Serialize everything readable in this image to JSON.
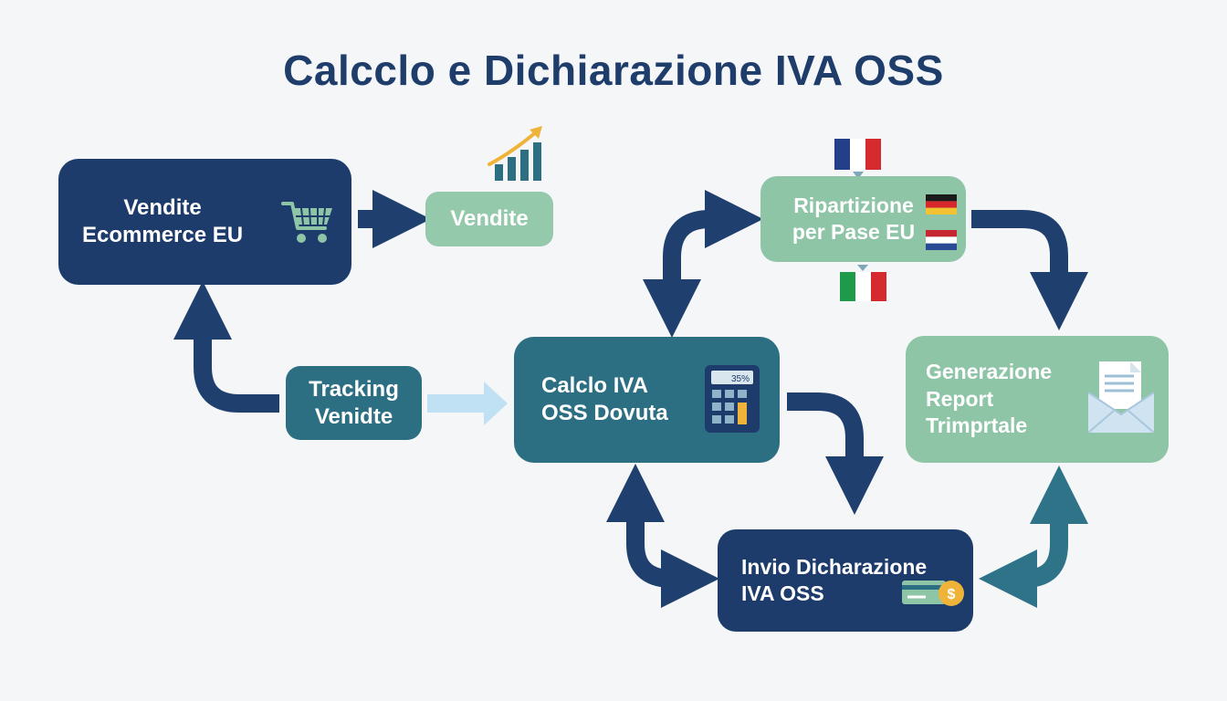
{
  "title": "Calcclo e Dichiarazione IVA OSS",
  "nodes": {
    "vendite_ecommerce": {
      "line1": "Vendite",
      "line2": "Ecommerce EU"
    },
    "vendite": {
      "label": "Vendite"
    },
    "ripartizione": {
      "line1": "Ripartizione",
      "line2": "per Pase EU"
    },
    "tracking": {
      "line1": "Tracking",
      "line2": "Venidte"
    },
    "calcolo": {
      "line1": "Calclo IVA",
      "line2": "OSS Dovuta"
    },
    "generazione": {
      "line1": "Generazione",
      "line2": "Report",
      "line3": "Trimprtale"
    },
    "invio": {
      "line1": "Invio Dicharazione",
      "line2": "IVA OSS"
    }
  },
  "calculator_display": "35%",
  "icons": [
    "shopping-cart-icon",
    "growth-chart-icon",
    "france-flag-icon",
    "germany-flag-icon",
    "netherlands-flag-icon",
    "italy-flag-icon",
    "calculator-icon",
    "document-envelope-icon",
    "card-coin-icon"
  ],
  "colors": {
    "dark_blue": "#1d3c6b",
    "teal": "#2c6f82",
    "mint": "#8fc5a7",
    "light_blue_arrow": "#bfe1f3",
    "gold": "#f0b33a"
  }
}
